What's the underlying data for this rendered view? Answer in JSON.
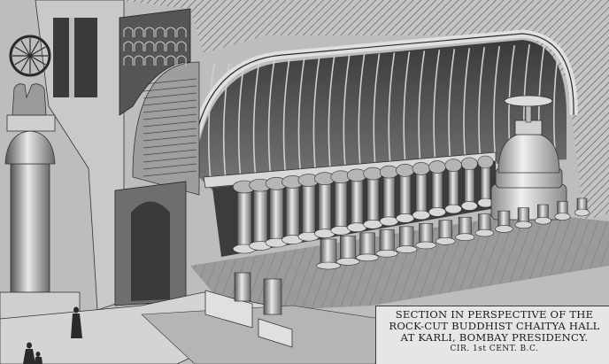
{
  "plate": {
    "caption": {
      "line1": "SECTION IN PERSPECTIVE OF THE",
      "line2": "ROCK-CUT BUDDHIST CHAITYA HALL",
      "line3": "AT KARLI, BOMBAY PRESIDENCY.",
      "date": "CIR. 1st CENT. B.C."
    },
    "colors": {
      "paper": "#bdbdbd",
      "ink": "#1b1b1b",
      "rock": "#8a8a8a",
      "shadow": "#2a2a2a",
      "highlight": "#e4e4e4"
    },
    "column_count": 16,
    "rib_count": 24
  }
}
